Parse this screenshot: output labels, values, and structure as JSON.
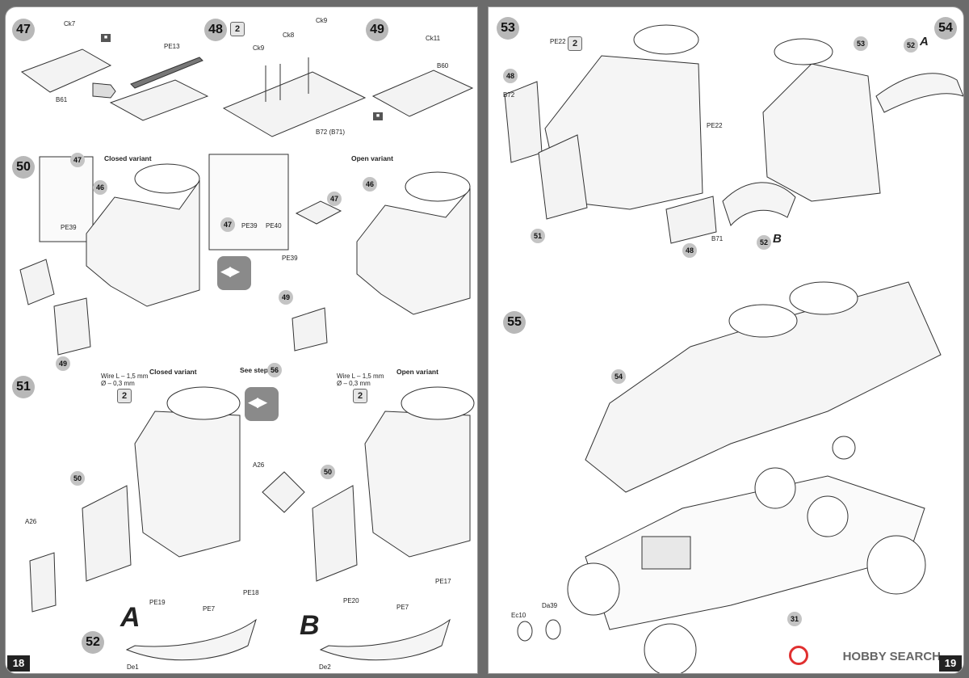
{
  "left_page": {
    "page_number": "18",
    "steps": {
      "s47": {
        "number": "47",
        "labels": [
          "Ck7",
          "PE13",
          "B61"
        ]
      },
      "s48": {
        "number": "48",
        "qty": "2",
        "labels": [
          "Ck9",
          "Ck8",
          "Ck9",
          "B72 (B71)"
        ]
      },
      "s49": {
        "number": "49",
        "labels": [
          "Ck11",
          "B60"
        ]
      },
      "s50": {
        "number": "50",
        "closed": "Closed variant",
        "open": "Open variant",
        "labels": [
          "47",
          "46",
          "PE39",
          "49",
          "PE39",
          "PE40",
          "47",
          "47",
          "46",
          "PE39",
          "49"
        ]
      },
      "s51": {
        "number": "51",
        "closed": "Closed variant",
        "open": "Open variant",
        "see_step": "See step",
        "see_step_num": "56",
        "wire": "Wire L – 1,5 mm\nØ – 0,3 mm",
        "wire_qty": "2",
        "labels": [
          "50",
          "A26",
          "A26",
          "50"
        ]
      },
      "s52": {
        "number": "52",
        "variant_a": "A",
        "variant_b": "B",
        "labels_a": [
          "PE19",
          "PE7",
          "PE18",
          "De1"
        ],
        "labels_b": [
          "PE20",
          "PE7",
          "PE17",
          "De2"
        ]
      }
    }
  },
  "right_page": {
    "page_number": "19",
    "steps": {
      "s53": {
        "number": "53",
        "labels": [
          "PE22",
          "48",
          "B72",
          "51",
          "PE22",
          "B71",
          "48"
        ],
        "qty": "2"
      },
      "s54": {
        "number": "54",
        "labels": [
          "53",
          "52",
          "A",
          "52",
          "B"
        ]
      },
      "s55": {
        "number": "55",
        "labels": [
          "54",
          "Ec10",
          "Da39",
          "31"
        ]
      }
    },
    "watermark": "HOBBY SEARCH"
  },
  "colors": {
    "step_circle": "#b8b8b8",
    "line": "#333333",
    "paper": "#ffffff"
  }
}
